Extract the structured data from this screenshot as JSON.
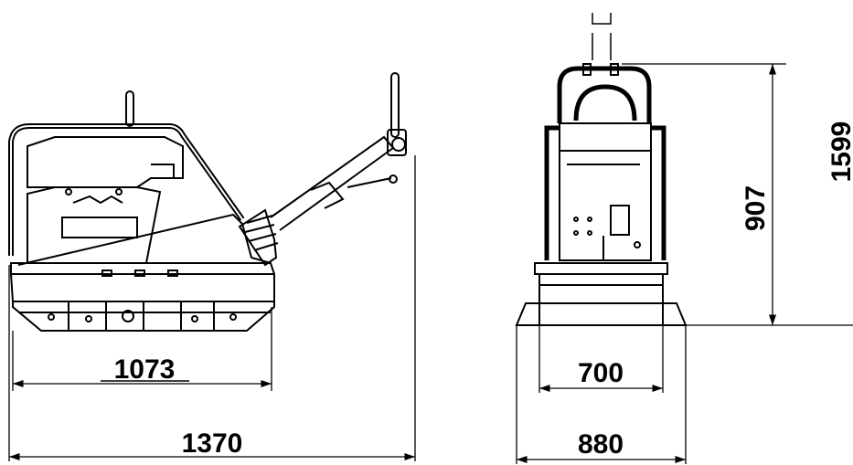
{
  "dimensions": {
    "side_plate_length": "1073",
    "side_overall_length": "1370",
    "front_inner_width": "700",
    "front_outer_width": "880",
    "front_height_low": "907",
    "front_height_high": "1599"
  },
  "colors": {
    "line": "#000000",
    "background": "#ffffff"
  }
}
